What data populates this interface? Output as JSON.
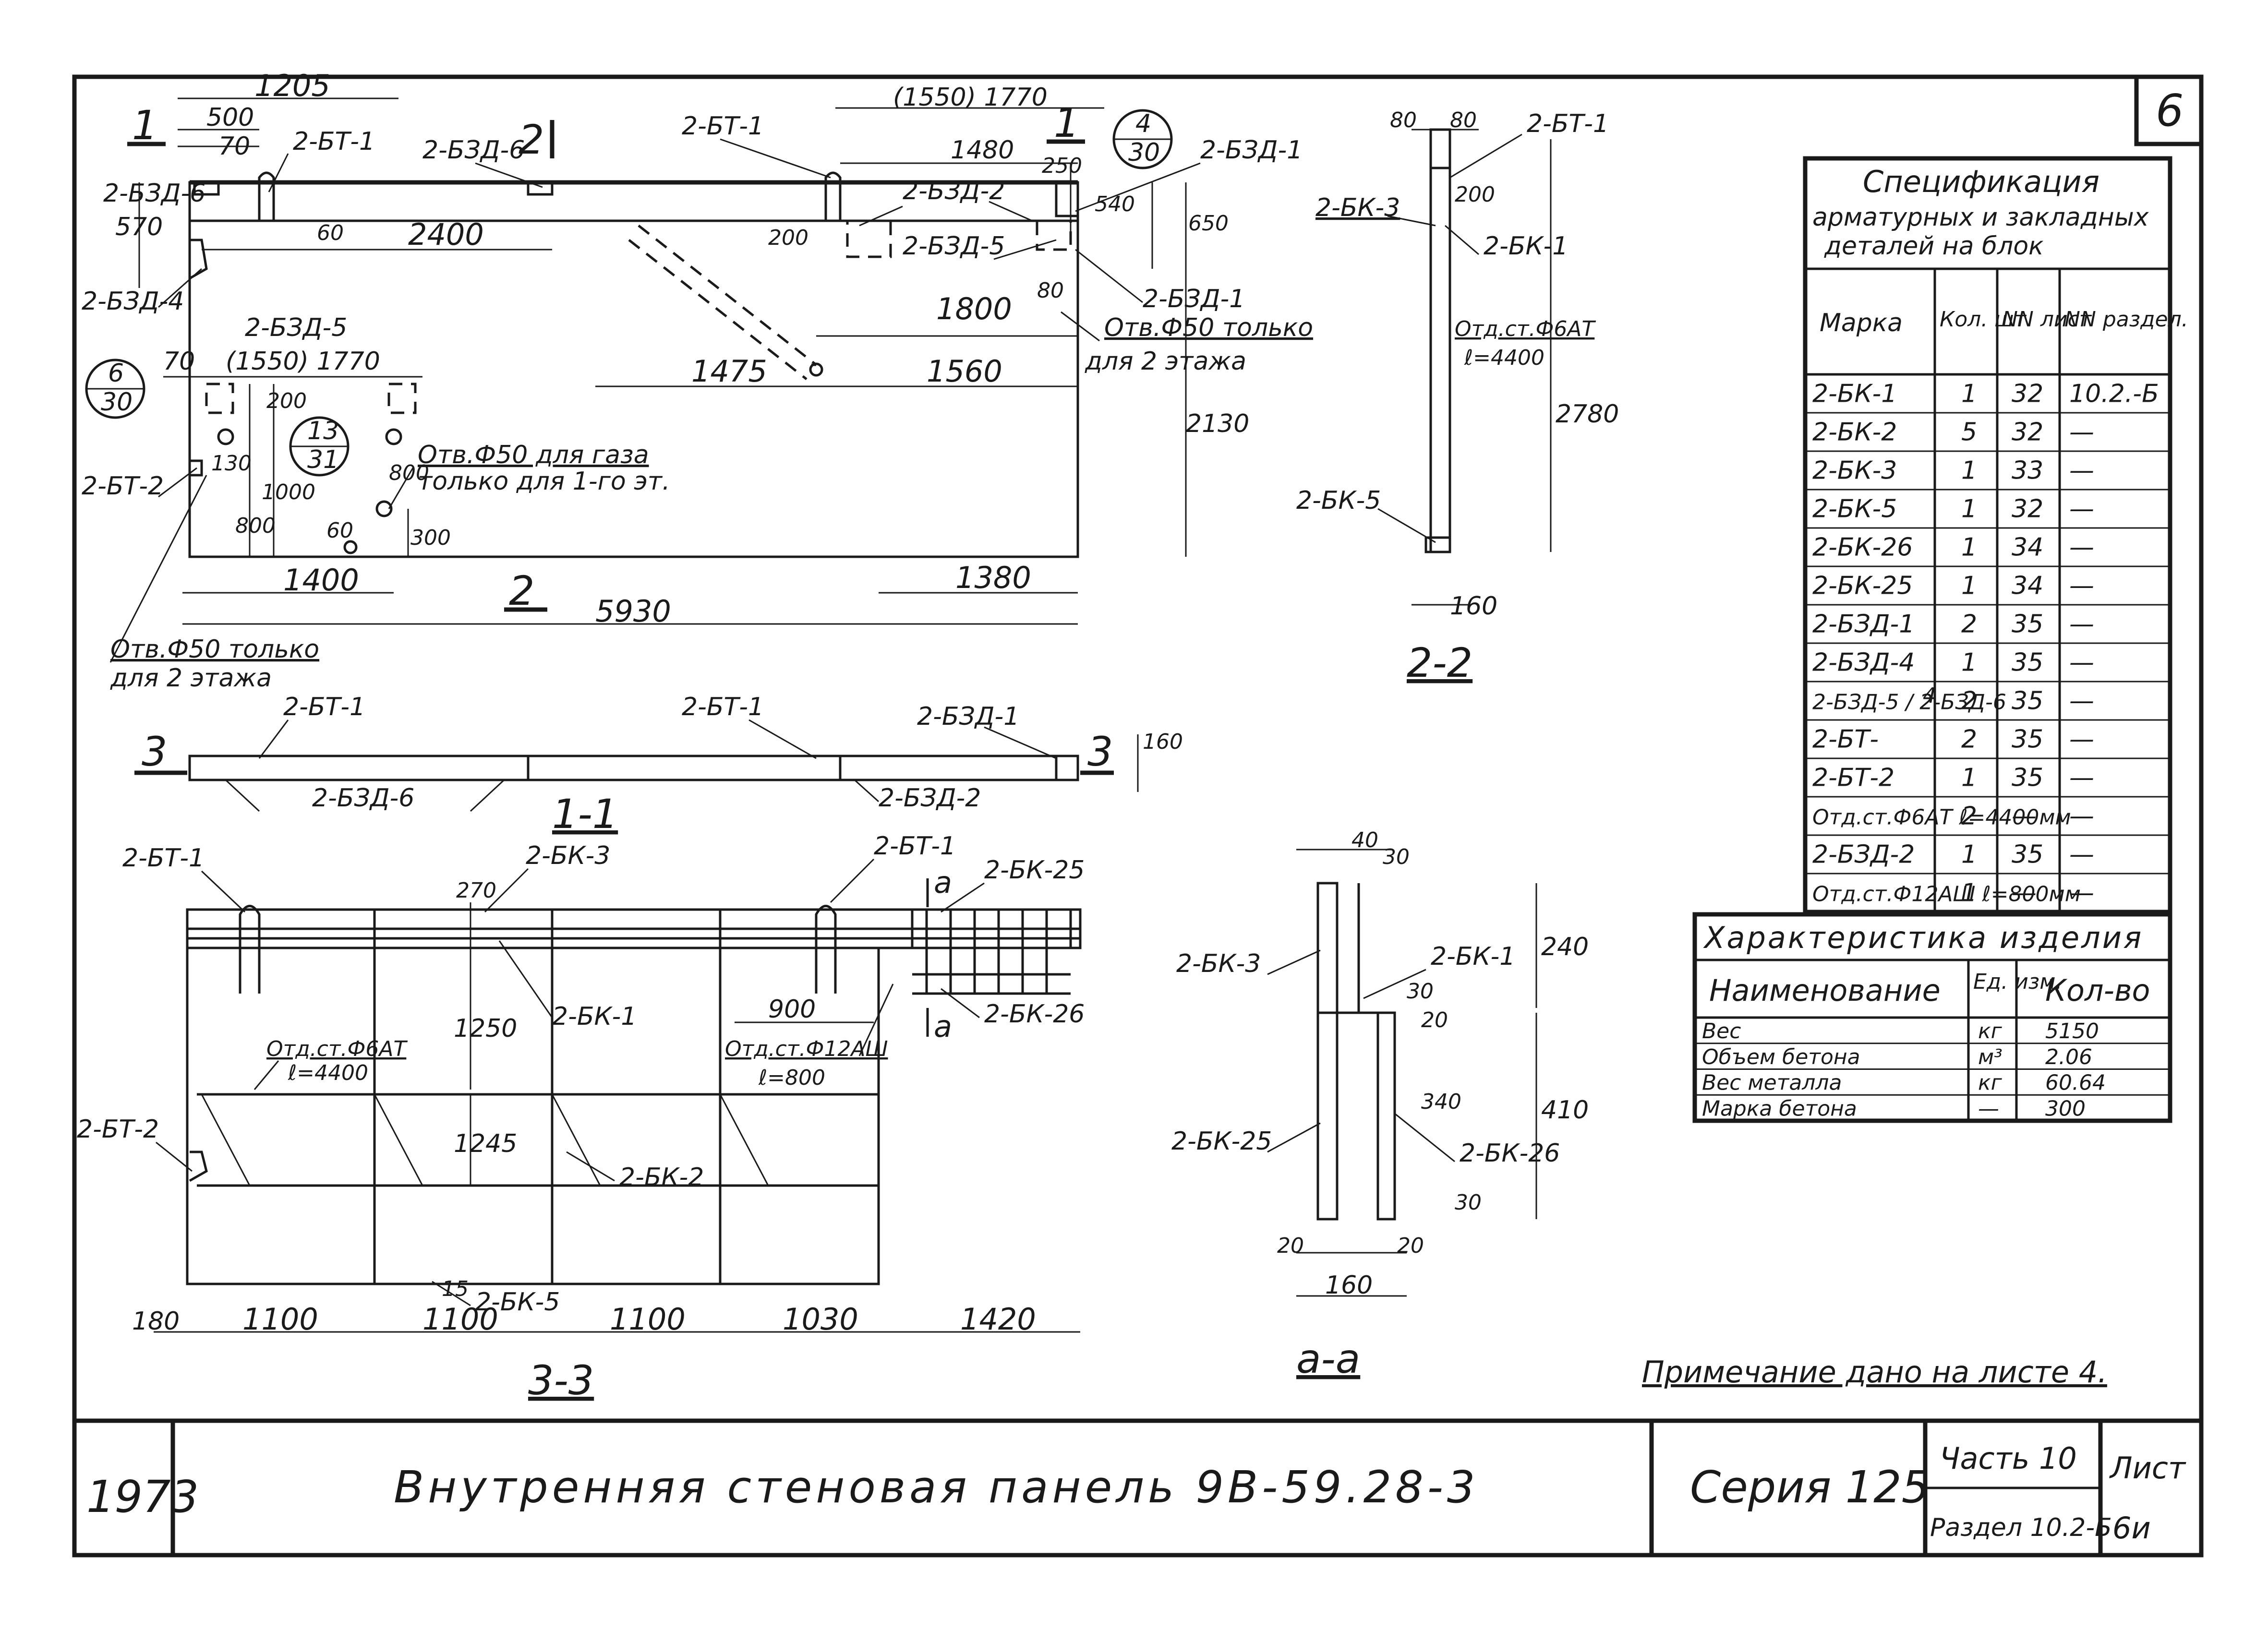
{
  "sheet_number": "6",
  "main_view": {
    "dims": {
      "d1205": "1205",
      "d500": "500",
      "d70a": "70",
      "d1550_1770": "(1550) 1770",
      "d1480": "1480",
      "d250": "250",
      "d540": "540",
      "d650": "650",
      "d570": "570",
      "d2400": "2400",
      "d60a": "60",
      "d200a": "200",
      "d80a": "80",
      "d1800": "1800",
      "d70b": "70",
      "d1550_1770b": "(1550) 1770",
      "d1475": "1475",
      "d1560": "1560",
      "d2130": "2130",
      "d200b": "200",
      "d130": "130",
      "d1000": "1000",
      "d800a": "800",
      "d800b": "800",
      "d300": "300",
      "d60b": "60",
      "d1400": "1400",
      "d1380": "1380",
      "d5930": "5930"
    },
    "labels": {
      "m2BT1a": "2-БТ-1",
      "m2B3D6a": "2-БЗД-6",
      "m2BT1b": "2-БТ-1",
      "m2B3D1a": "2-БЗД-1",
      "m2B3D2": "2-БЗД-2",
      "m2B3D5a": "2-БЗД-5",
      "m2B3D6b": "2-БЗД-6",
      "m2B3D4": "2-БЗД-4",
      "m2B3D1b": "2-БЗД-1",
      "m2B3D5b": "2-БЗД-5",
      "m2BT2": "2-БТ-2",
      "hole1": "Отв.Ф50 только",
      "hole1b": "для 2 этажа",
      "hole2": "Отв.Ф50 для газа",
      "hole2b": "только для 1-го эт.",
      "hole3": "Отв.Ф50 только",
      "hole3b": "для 2 этажа"
    },
    "section_marks": {
      "s1a": "1",
      "s1b": "1",
      "s2a": "2",
      "s2b": "2",
      "s3a": "3",
      "s3b": "3"
    },
    "callouts": {
      "c1_top": "4",
      "c1_bot": "30",
      "c2_top": "6",
      "c2_bot": "30",
      "c3_top": "13",
      "c3_bot": "31"
    }
  },
  "section_2_2": {
    "title": "2-2",
    "dims": {
      "d80a": "80",
      "d80b": "80",
      "d200": "200",
      "d2780": "2780",
      "d160": "160"
    },
    "labels": {
      "m2BT1": "2-БТ-1",
      "m2BK3": "2-БК-3",
      "m2BK1": "2-БК-1",
      "m2BK5": "2-БК-5",
      "rod1": "Отд.ст.Ф6АТ",
      "rod2": "ℓ=4400"
    }
  },
  "section_1_1": {
    "title": "1-1",
    "dim": "160",
    "labels": {
      "m2BT1a": "2-БТ-1",
      "m2BT1b": "2-БТ-1",
      "m2B3D1": "2-БЗД-1",
      "m2B3D6": "2-БЗД-6",
      "m2B3D2": "2-БЗД-2"
    }
  },
  "section_3_3": {
    "title": "3-3",
    "dims": {
      "d270": "270",
      "d1250": "1250",
      "d1245": "1245",
      "d900": "900",
      "d15": "15",
      "d180": "180",
      "d1100a": "1100",
      "d1100b": "1100",
      "d1100c": "1100",
      "d1030": "1030",
      "d1420": "1420"
    },
    "labels": {
      "m2BT1a": "2-БТ-1",
      "m2BK3": "2-БК-3",
      "m2BT1b": "2-БТ-1",
      "m2BK25": "2-БК-25",
      "m2BK1": "2-БК-1",
      "m2BK26": "2-БК-26",
      "m2BT2": "2-БТ-2",
      "m2BK2": "2-БК-2",
      "m2BK5": "2-БК-5",
      "rodA1": "Отд.ст.Ф6АТ",
      "rodA2": "ℓ=4400",
      "rodB1": "Отд.ст.Ф12АШ",
      "rodB2": "ℓ=800",
      "cutA": "а",
      "cutB": "а"
    }
  },
  "section_a_a": {
    "title": "а-а",
    "dims": {
      "d40": "40",
      "d30a": "30",
      "d240": "240",
      "d30b": "30",
      "d20a": "20",
      "d410": "410",
      "d340": "340",
      "d30c": "30",
      "d20b": "20",
      "d20c": "20",
      "d160": "160"
    },
    "labels": {
      "m2BK3": "2-БК-3",
      "m2BK1": "2-БК-1",
      "m2BK25": "2-БК-25",
      "m2BK26": "2-БК-26"
    }
  },
  "spec_table": {
    "title_lines": [
      "Спецификация",
      "арматурных и закладных",
      "деталей на блок"
    ],
    "headers": [
      "Марка",
      "Кол. шт.",
      "NN лист",
      "NN раздел."
    ],
    "rows": [
      [
        "2-БК-1",
        "1",
        "32",
        "10.2.-Б"
      ],
      [
        "2-БК-2",
        "5",
        "32",
        "—"
      ],
      [
        "2-БК-3",
        "1",
        "33",
        "—"
      ],
      [
        "2-БК-5",
        "1",
        "32",
        "—"
      ],
      [
        "2-БК-26",
        "1",
        "34",
        "—"
      ],
      [
        "2-БК-25",
        "1",
        "34",
        "—"
      ],
      [
        "2-БЗД-1",
        "2",
        "35",
        "—"
      ],
      [
        "2-БЗД-4",
        "1",
        "35",
        "—"
      ],
      [
        "2-БЗД-5 / 2-БЗД-6",
        "2",
        "35",
        "—"
      ],
      [
        "2-БТ-",
        "2",
        "35",
        "—"
      ],
      [
        "2-БТ-2",
        "1",
        "35",
        "—"
      ],
      [
        "Отд.ст.Ф6АТ ℓ=4400мм",
        "2",
        "—",
        "—"
      ],
      [
        "2-БЗД-2",
        "1",
        "35",
        "—"
      ],
      [
        "Отд.ст.Ф12АШ ℓ=800мм",
        "1",
        "—",
        "—"
      ]
    ],
    "row_extra": "4"
  },
  "char_table": {
    "title": "Характеристика изделия",
    "headers": [
      "Наименование",
      "Ед. изм.",
      "Кол-во"
    ],
    "rows": [
      [
        "Вес",
        "кг",
        "5150"
      ],
      [
        "Объем бетона",
        "м³",
        "2.06"
      ],
      [
        "Вес металла",
        "кг",
        "60.64"
      ],
      [
        "Марка бетона",
        "—",
        "300"
      ]
    ]
  },
  "note": "Примечание дано на листе 4.",
  "title_block": {
    "year": "1973",
    "title": "Внутренняя стеновая панель 9В-59.28-3",
    "series": "Серия 125",
    "part": "Часть 10",
    "section": "Раздел 10.2-Б",
    "sheet_label": "Лист",
    "sheet_value": "6и"
  }
}
